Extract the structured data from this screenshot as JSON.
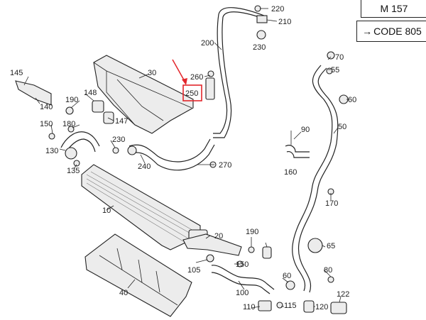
{
  "header": {
    "model_label": "M 157",
    "code_arrow": "→",
    "code_label": "CODE 805"
  },
  "highlight": {
    "label": "250",
    "box_color": "#e3262b",
    "arrow_color": "#e3262b"
  },
  "callouts": {
    "c10": "10",
    "c20": "20",
    "c30": "30",
    "c40": "40",
    "c50": "50",
    "c55": "55",
    "c60a": "60",
    "c60b": "60",
    "c65": "65",
    "c70": "70",
    "c80": "80",
    "c90": "90",
    "c100": "100",
    "c105": "105",
    "c110": "110",
    "c115": "115",
    "c120": "120",
    "c122": "122",
    "c130": "130",
    "c135": "135",
    "c140": "140",
    "c145": "145",
    "c147": "147",
    "c148": "148",
    "c150a": "150",
    "c150b": "150",
    "c160": "160",
    "c170": "170",
    "c180": "180",
    "c190a": "190",
    "c190b": "190",
    "c200": "200",
    "c210": "210",
    "c220": "220",
    "c230a": "230",
    "c230b": "230",
    "c240": "240",
    "c260": "260",
    "c270": "270"
  }
}
